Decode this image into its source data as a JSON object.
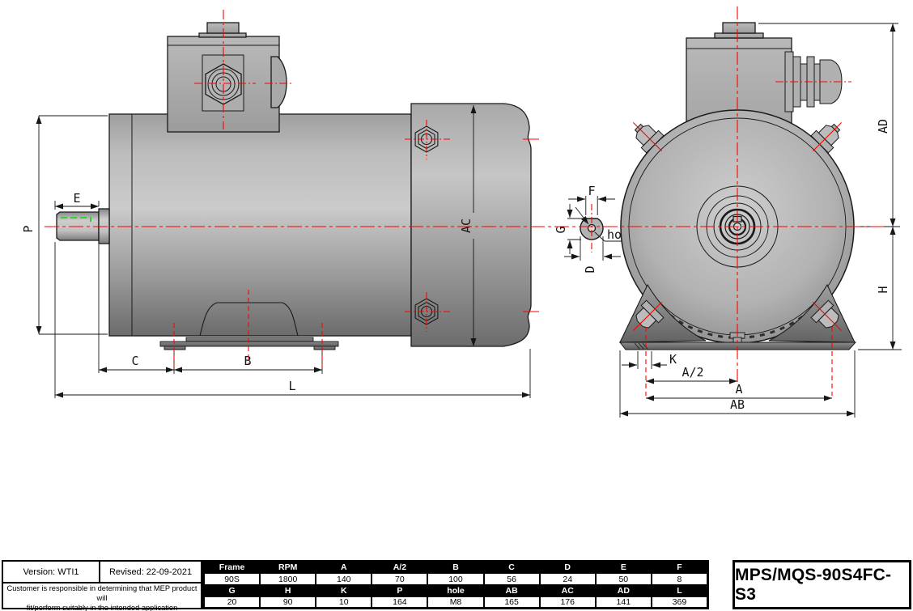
{
  "drawing": {
    "labels": {
      "P": "P",
      "E": "E",
      "C": "C",
      "B": "B",
      "L": "L",
      "AC": "AC",
      "F": "F",
      "G": "G",
      "D": "D",
      "hole": "hole",
      "AD": "AD",
      "H": "H",
      "K": "K",
      "A_half": "A/2",
      "A": "A",
      "AB": "AB"
    },
    "colors": {
      "centerline_red": "#ff0000",
      "hidden_keyway_green": "#2fd42f",
      "outline_black": "#1a1a1a",
      "body_gray": "#b5b5b5"
    }
  },
  "title_block": {
    "version": "Version: WTI1",
    "revised": "Revised: 22-09-2021",
    "disclaimer_line1": "Customer is responsible in determining that MEP product will",
    "disclaimer_line2": "fit/perform suitably in the intended application",
    "part_number": "MPS/MQS-90S4FC-S3"
  },
  "spec_table": {
    "headers_row1": [
      "Frame",
      "RPM",
      "A",
      "A/2",
      "B",
      "C",
      "D",
      "E",
      "F"
    ],
    "values_row1": [
      "90S",
      "1800",
      "140",
      "70",
      "100",
      "56",
      "24",
      "50",
      "8"
    ],
    "headers_row2": [
      "G",
      "H",
      "K",
      "P",
      "hole",
      "AB",
      "AC",
      "AD",
      "L"
    ],
    "values_row2": [
      "20",
      "90",
      "10",
      "164",
      "M8",
      "165",
      "176",
      "141",
      "369"
    ]
  }
}
